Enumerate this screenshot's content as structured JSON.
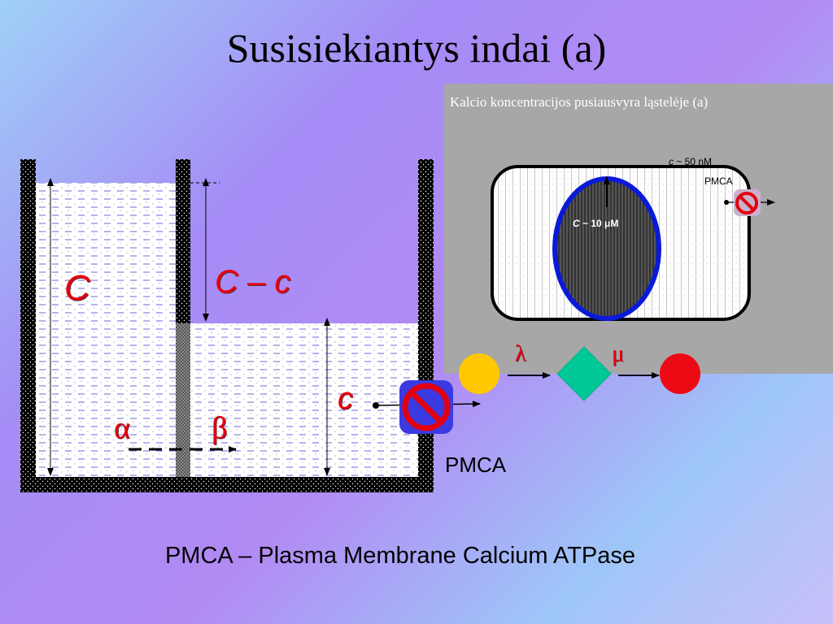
{
  "title": "Susisiekiantys indai (a)",
  "panel": {
    "title": "Kalcio koncentracijos pusiausvyra ląstelėje (a)",
    "c_low_var": "c",
    "c_low_val": " ~ 50 nM",
    "pmca": "PMCA",
    "C_high_var": "C",
    "C_high_val": " ~ 10 μM"
  },
  "vessels": {
    "C_label": "C",
    "Cc_label": "C – c",
    "c_label": "c",
    "alpha": "α",
    "beta": "β",
    "pmca_label": "PMCA"
  },
  "reaction": {
    "lambda": "λ",
    "mu": "μ"
  },
  "caption": "PMCA – Plasma Membrane Calcium ATPase",
  "colors": {
    "red_text": "#e8000b",
    "nucleus_border": "#0a1ad9",
    "yellow_circle": "#ffc800",
    "green_diamond": "#00c896",
    "red_circle": "#ee0a14",
    "prohibit_bg": "#3a3ae0",
    "prohibit_ring": "#e3000f"
  },
  "icons": [
    "prohibit-icon",
    "arrow-icon"
  ]
}
